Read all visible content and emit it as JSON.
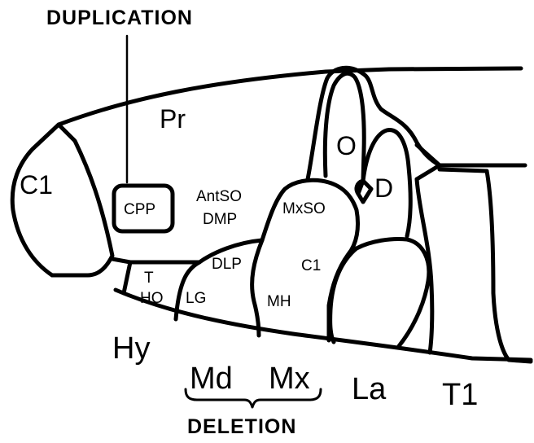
{
  "captions": {
    "top": "DUPLICATION",
    "bottom": "DELETION"
  },
  "regions": {
    "pr": "Pr",
    "c1_left": "C1",
    "cpp": "CPP",
    "antso": "AntSO",
    "dmp": "DMP",
    "mxso": "MxSO",
    "o": "O",
    "d": "D",
    "dlp": "DLP",
    "c1_inner": "C1",
    "t": "T",
    "ho": "HO",
    "lg": "LG",
    "mh": "MH",
    "hy": "Hy",
    "md": "Md",
    "mx": "Mx",
    "la": "La",
    "t1": "T1"
  }
}
